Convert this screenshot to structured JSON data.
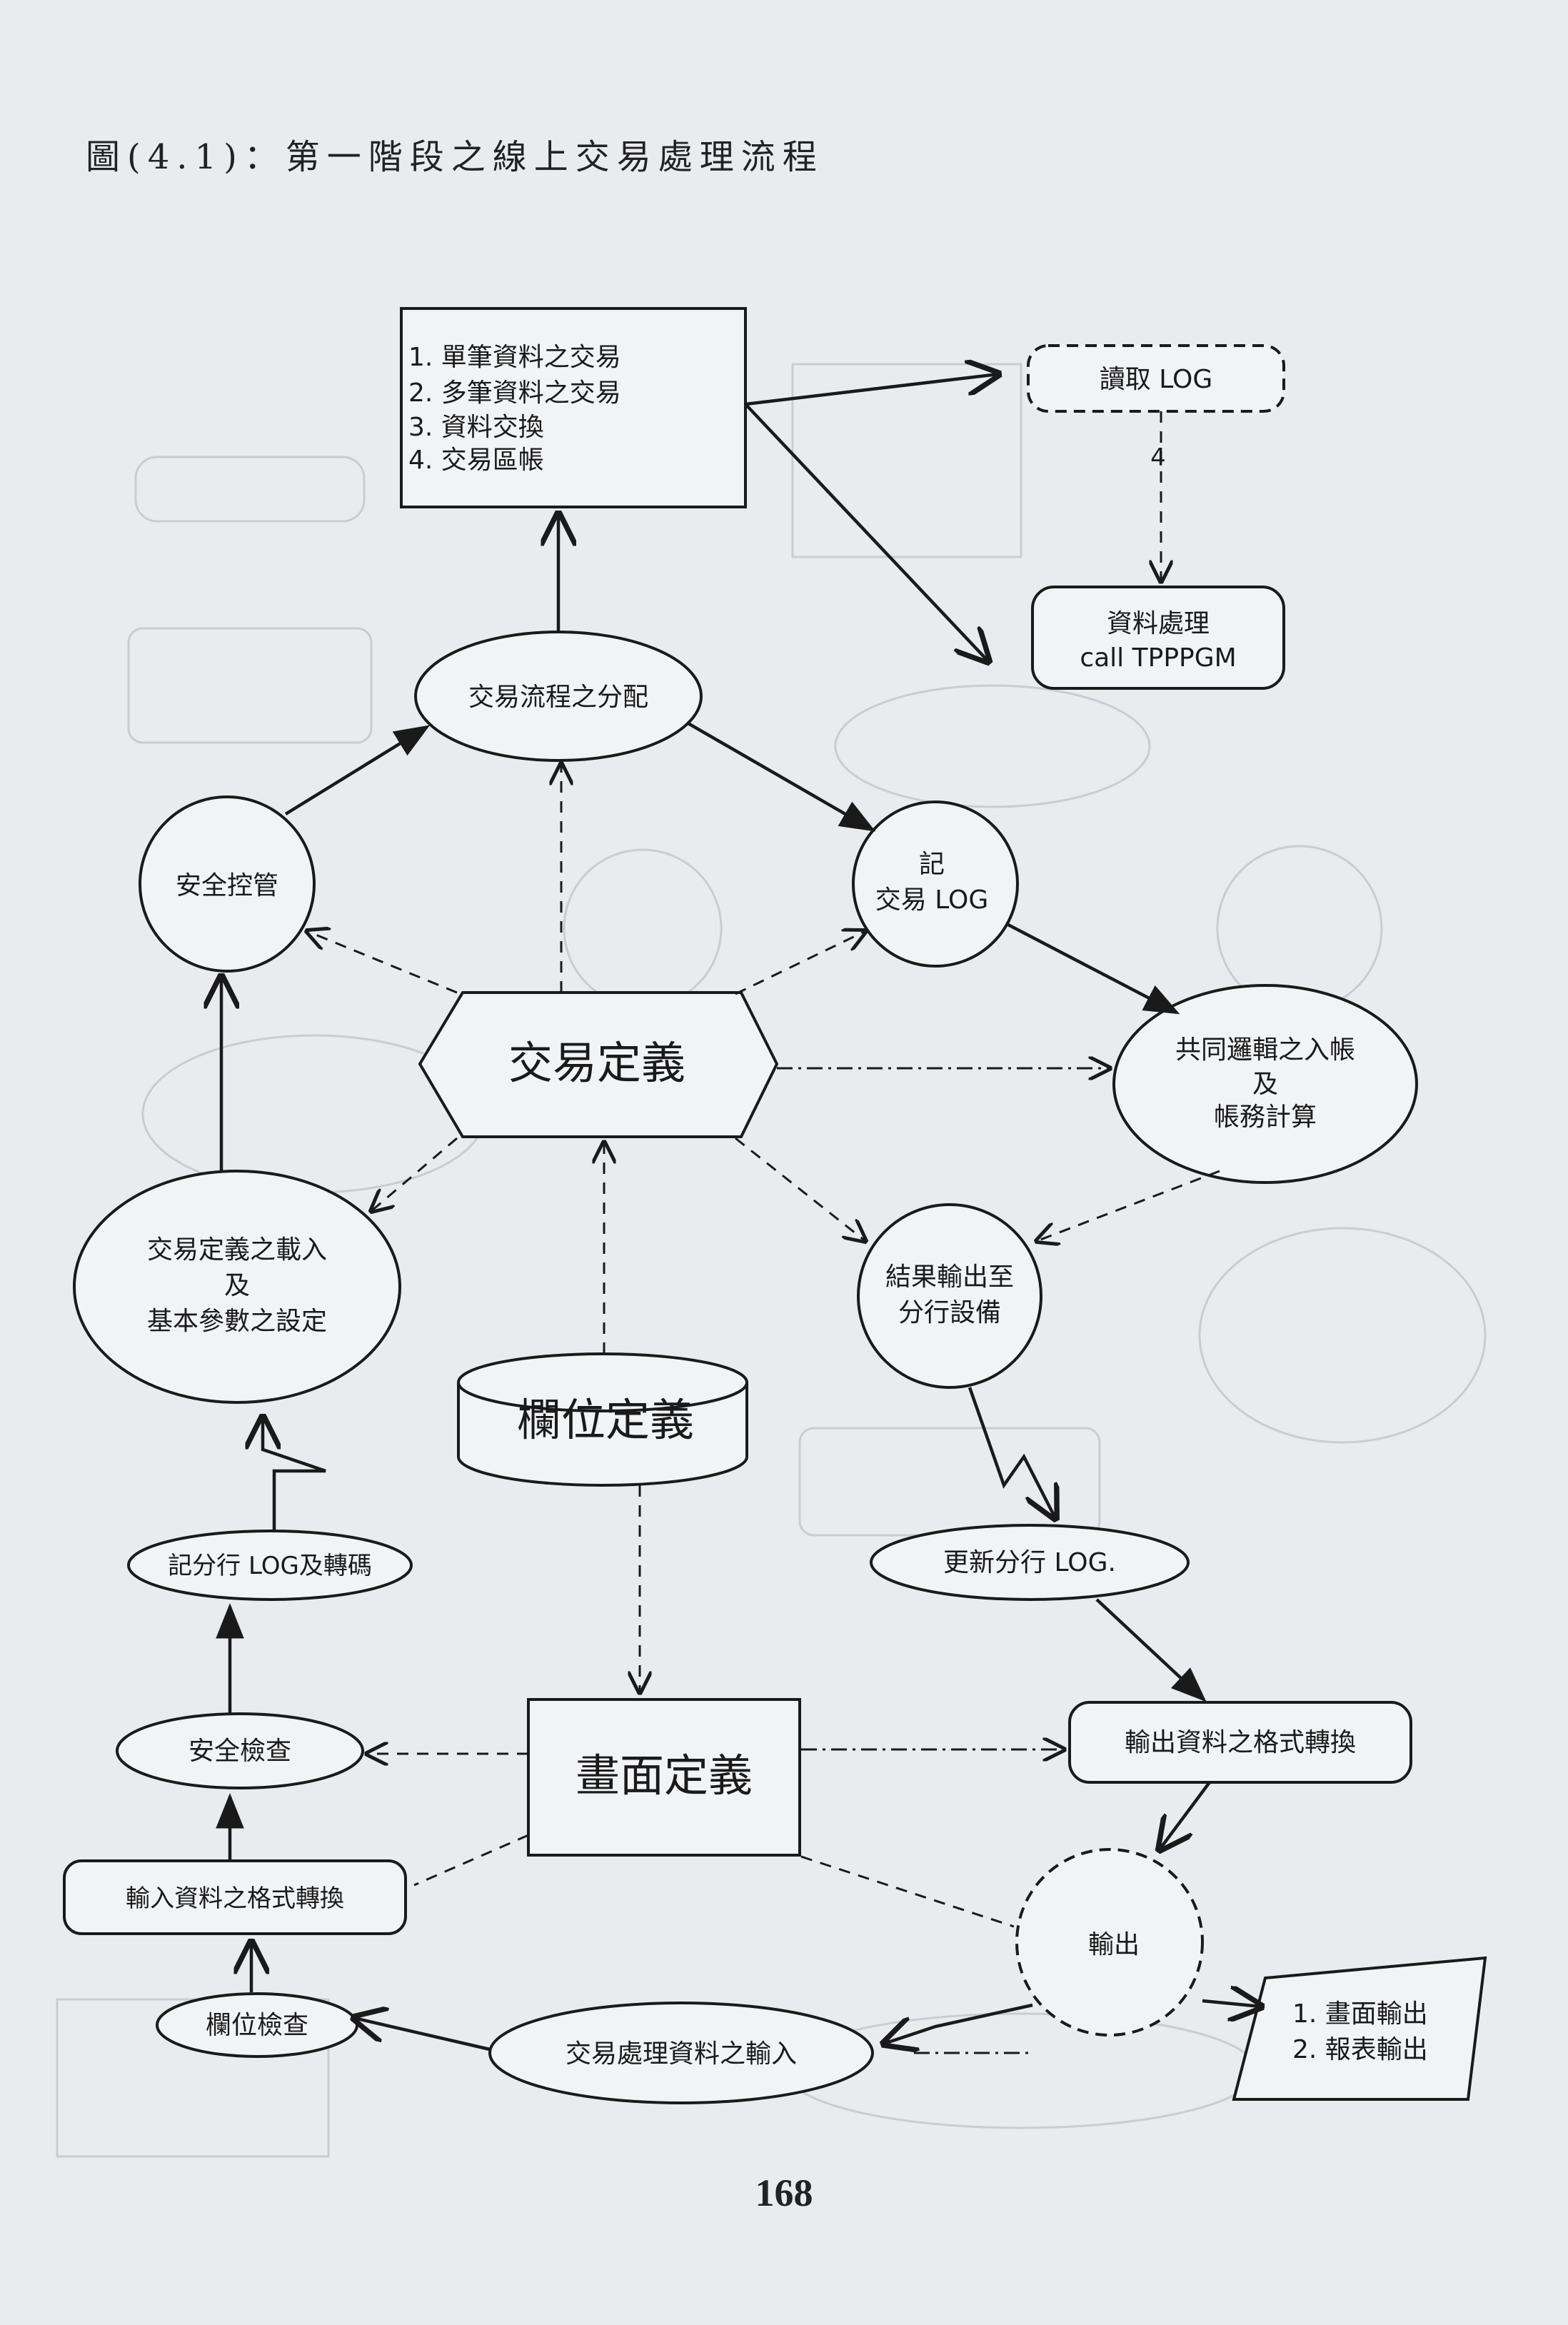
{
  "title": "圖(4.1)：第一階段之線上交易處理流程",
  "page_number": "168",
  "nodes": {
    "transaction_types": [
      "1. 單筆資料之交易",
      "2. 多筆資料之交易",
      "3. 資料交換",
      "4. 交易區帳"
    ],
    "read_log": "讀取 LOG",
    "edge_label_4": "4",
    "data_processing": [
      "資料處理",
      "call TPPPGM"
    ],
    "flow_dispatch": "交易流程之分配",
    "security_control": "安全控管",
    "record_log": [
      "記",
      "交易 LOG"
    ],
    "transaction_definition": "交易定義",
    "common_logic": [
      "共同邏輯之入帳",
      "及",
      "帳務計算"
    ],
    "load_definition": [
      "交易定義之載入",
      "及",
      "基本參數之設定"
    ],
    "result_output": [
      "結果輸出至",
      "分行設備"
    ],
    "field_definition": "欄位定義",
    "branch_log_recode": "記分行 LOG及轉碼",
    "update_branch_log": "更新分行 LOG.",
    "security_check": "安全檢查",
    "screen_definition": "畫面定義",
    "output_format": "輸出資料之格式轉換",
    "input_format": "輸入資料之格式轉換",
    "output_circle": "輸出",
    "output_list": [
      "1. 畫面輸出",
      "2. 報表輸出"
    ],
    "field_check": "欄位檢查",
    "transaction_input": "交易處理資料之輸入"
  }
}
